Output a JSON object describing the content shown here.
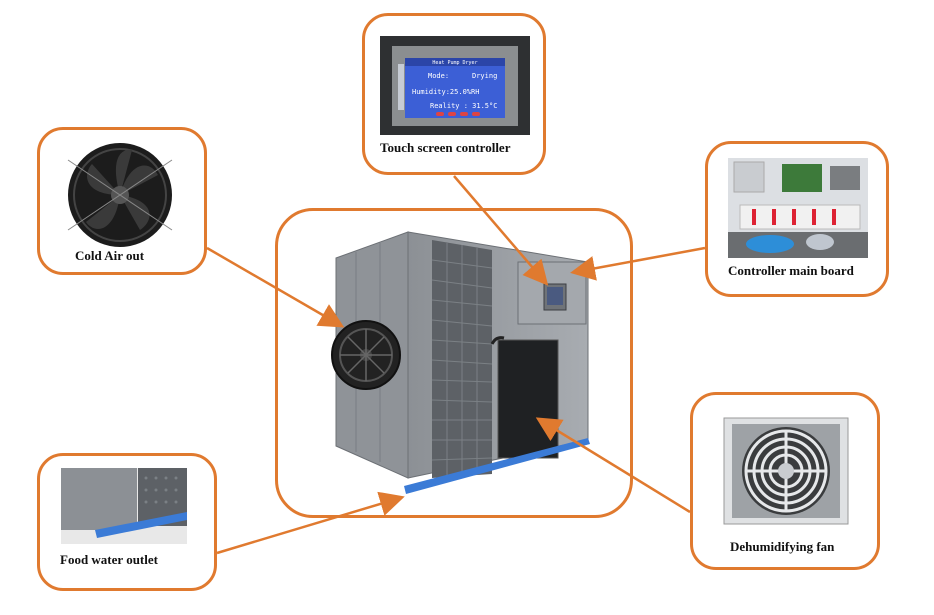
{
  "callouts": {
    "touch_screen": "Touch screen controller",
    "controller_board": "Controller main board",
    "cold_air": "Cold Air out",
    "dehumidifying_fan": "Dehumidifying fan",
    "food_water": "Food water outlet"
  },
  "screen": {
    "header": "Heat Pump Dryer",
    "mode_label": "Mode:",
    "mode_value": "Drying",
    "humidity": "Humidity:25.0%RH",
    "reality": "Reality : 31.5°C"
  },
  "colors": {
    "accent": "#e07a2f",
    "machine": "#9a9ea3",
    "screen_blue": "#3c5fd6"
  }
}
